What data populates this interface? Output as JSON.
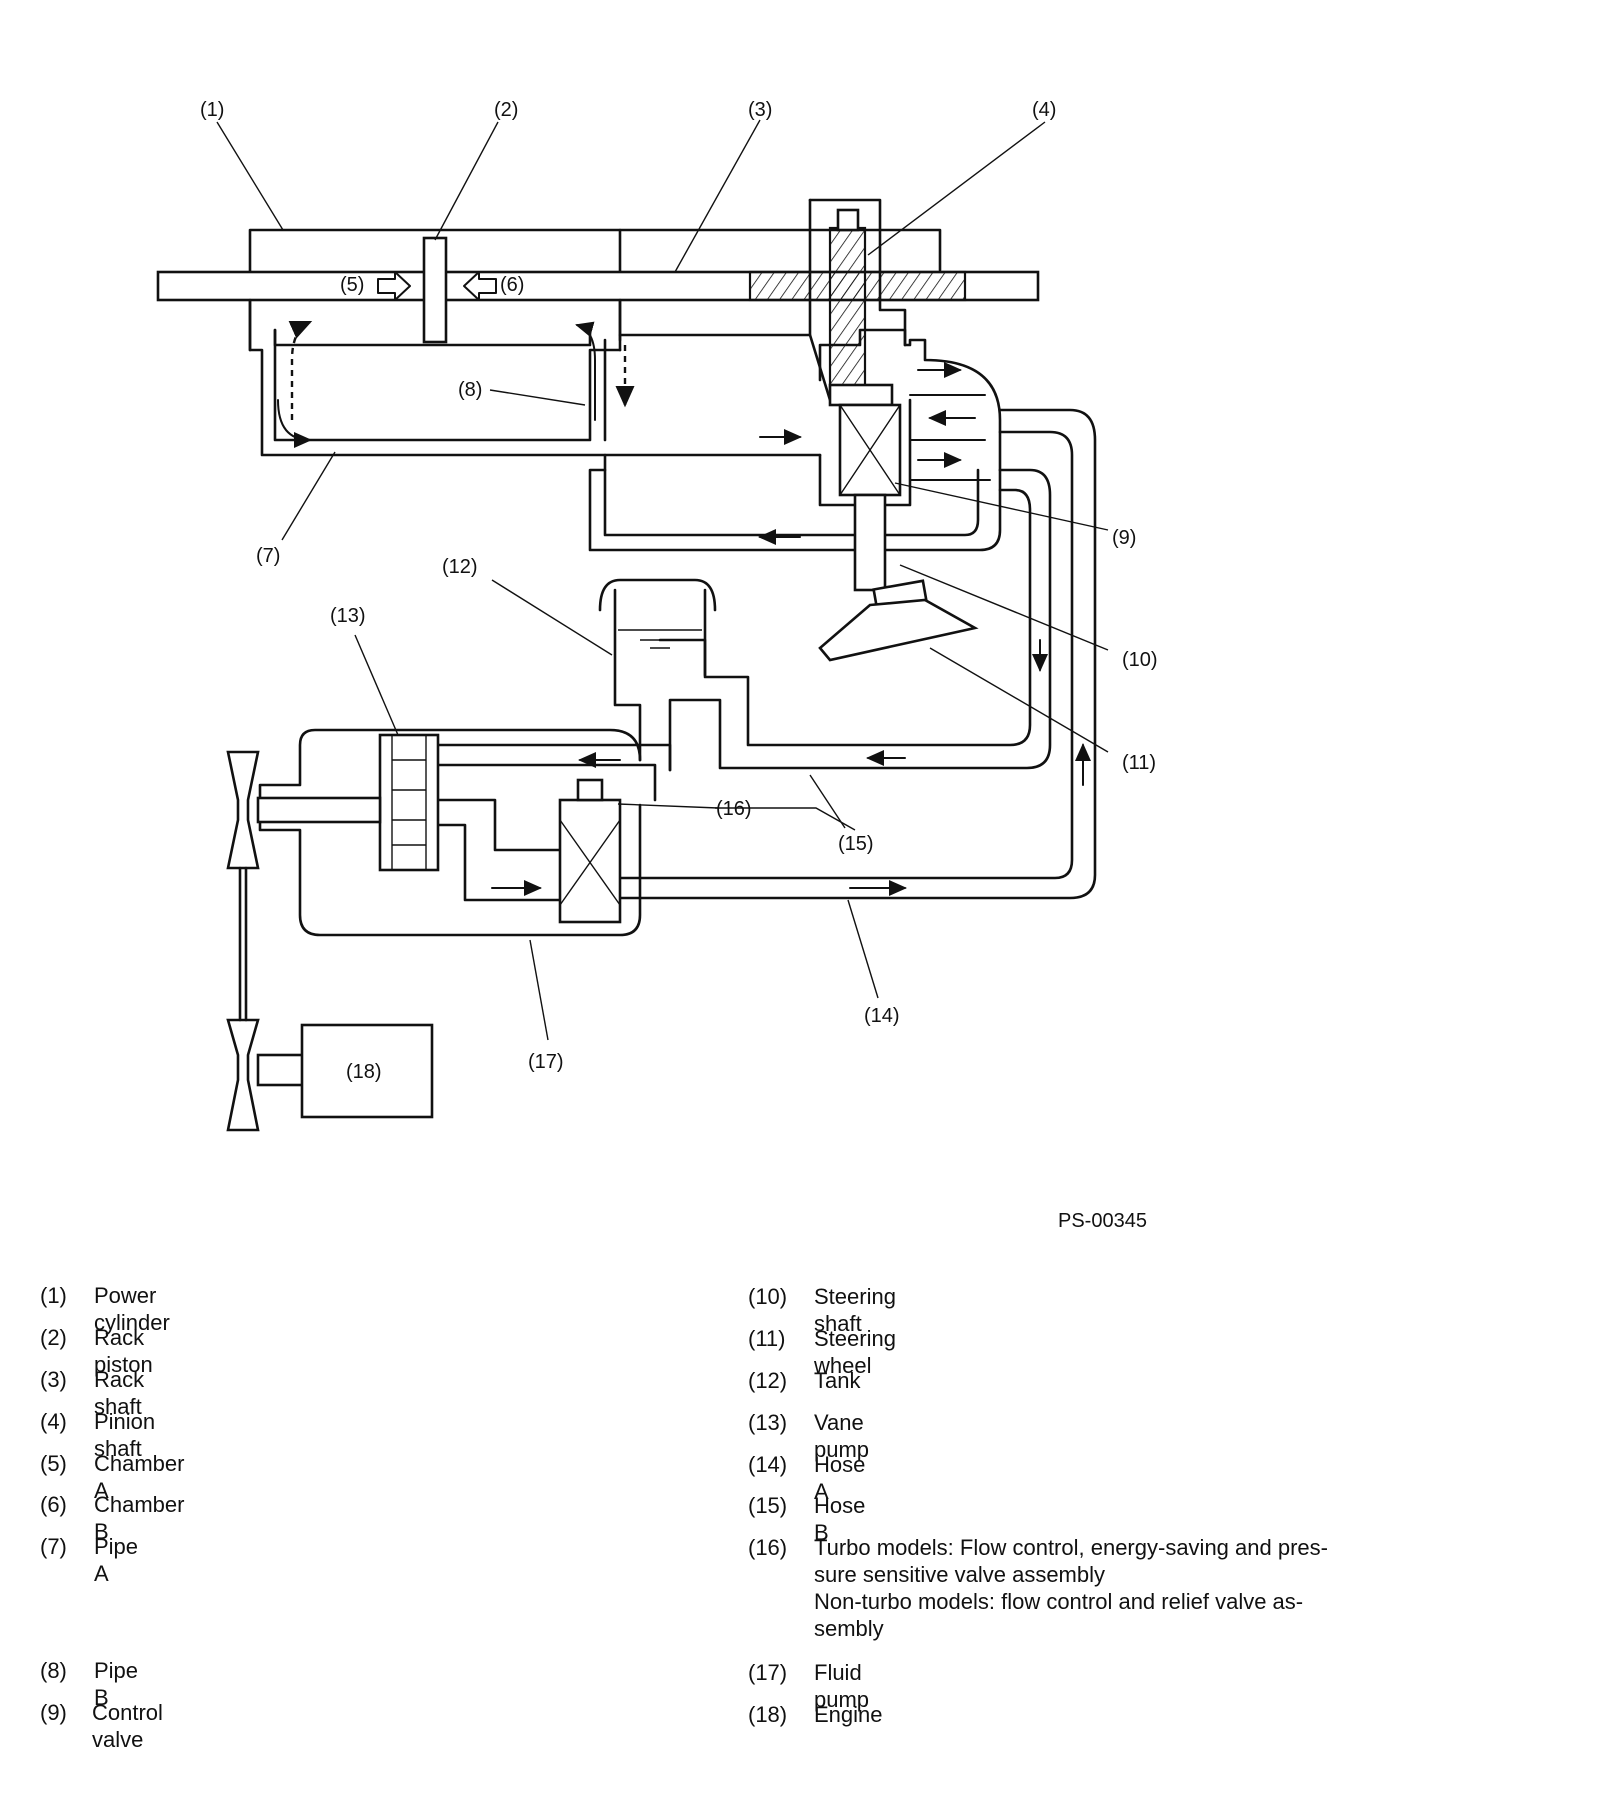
{
  "callouts": [
    "(1)",
    "(2)",
    "(3)",
    "(4)",
    "(5)",
    "(6)",
    "(7)",
    "(8)",
    "(9)",
    "(10)",
    "(11)",
    "(12)",
    "(13)",
    "(14)",
    "(15)",
    "(16)",
    "(17)",
    "(18)"
  ],
  "figure_code": "PS-00345",
  "legend": [
    {
      "num": "(1)",
      "text": "Power cylinder"
    },
    {
      "num": "(2)",
      "text": "Rack piston"
    },
    {
      "num": "(3)",
      "text": "Rack shaft"
    },
    {
      "num": "(4)",
      "text": "Pinion shaft"
    },
    {
      "num": "(5)",
      "text": "Chamber A"
    },
    {
      "num": "(6)",
      "text": "Chamber B"
    },
    {
      "num": "(7)",
      "text": "Pipe A"
    },
    {
      "num": "(8)",
      "text": "Pipe B"
    },
    {
      "num": "(9)",
      "text": "Control valve"
    },
    {
      "num": "(10)",
      "text": "Steering shaft"
    },
    {
      "num": "(11)",
      "text": "Steering wheel"
    },
    {
      "num": "(12)",
      "text": "Tank"
    },
    {
      "num": "(13)",
      "text": "Vane pump"
    },
    {
      "num": "(14)",
      "text": "Hose A"
    },
    {
      "num": "(15)",
      "text": "Hose B"
    },
    {
      "num": "(16)",
      "text": "Turbo models: Flow control, energy-saving and pres-\nsure sensitive valve assembly\nNon-turbo models: flow control and relief valve as-\nsembly"
    },
    {
      "num": "(17)",
      "text": "Fluid pump"
    },
    {
      "num": "(18)",
      "text": "Engine"
    }
  ]
}
